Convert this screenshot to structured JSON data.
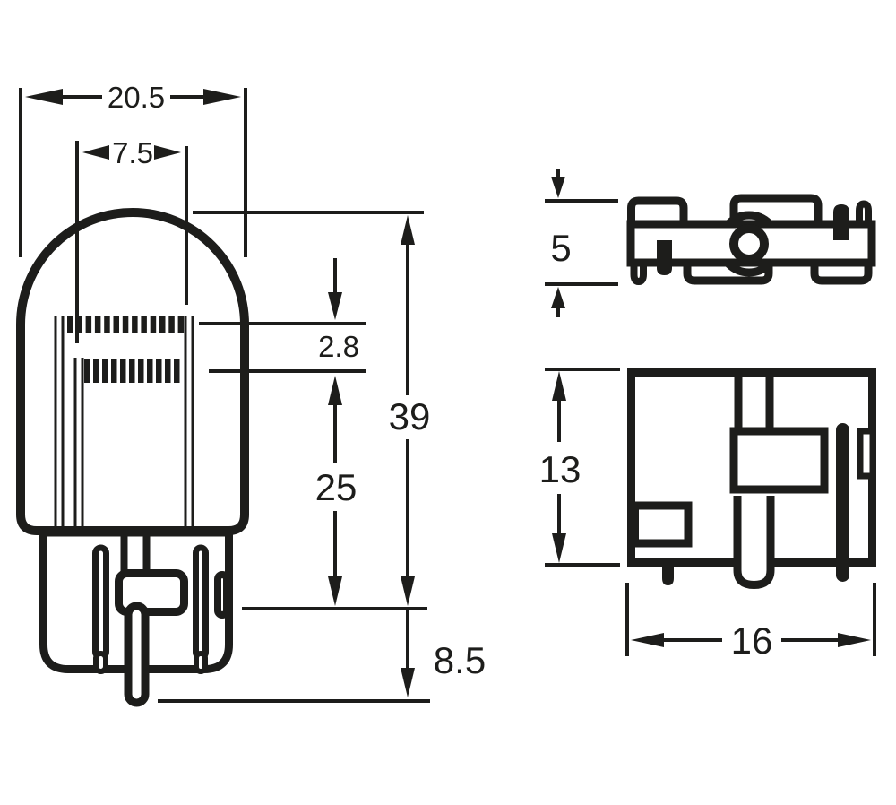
{
  "colors": {
    "ink": "#1d1d1b",
    "background": "#ffffff"
  },
  "views": {
    "front": {
      "dims": {
        "bulb_diameter": "20.5",
        "filament_width": "7.5",
        "filament_spacing": "2.8",
        "overall_length": "39",
        "glass_length": "25",
        "base_length": "8.5"
      }
    },
    "base_top": {
      "dims": {
        "height": "5"
      }
    },
    "base_side": {
      "dims": {
        "height": "13",
        "width": "16"
      }
    }
  }
}
